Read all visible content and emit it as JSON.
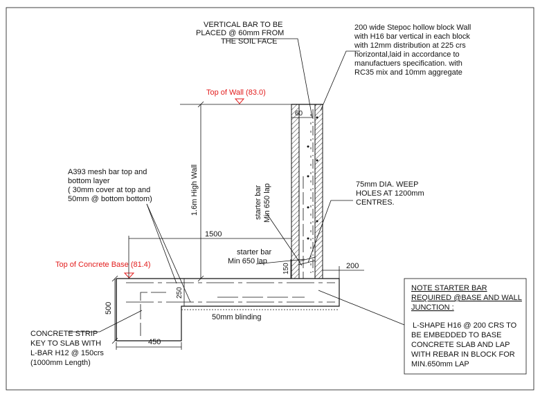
{
  "annotations": {
    "vertical_bar": [
      "VERTICAL BAR TO BE",
      "PLACED @ 60mm FROM",
      "THE SOIL FACE"
    ],
    "block_wall": [
      "200 wide  Stepoc hollow block Wall",
      "with H16 bar vertical in each block",
      "with 12mm distribution at 225 crs",
      "horizontal,laid in accordance to",
      "manufactuers specification. with",
      "RC35 mix and 10mm aggregate"
    ],
    "mesh": [
      "A393 mesh bar top and",
      "bottom layer",
      "( 30mm cover at top and",
      "50mm @ bottom bottom)"
    ],
    "weep_holes": [
      "75mm DIA. WEEP",
      "HOLES AT 1200mm",
      "CENTRES."
    ],
    "starter_bar_vertical": [
      "starter bar",
      "Min 650 lap"
    ],
    "starter_bar_horizontal": [
      "starter bar",
      "Min 650 lap"
    ],
    "concrete_strip": [
      "CONCRETE STRIP",
      "KEY TO SLAB WITH",
      "L-BAR H12 @ 150crs",
      "(1000mm Length)"
    ],
    "blinding": "50mm  blinding"
  },
  "levels": {
    "top_of_wall": "Top of Wall (83.0)",
    "top_of_base": "Top of Concrete Base (81.4)",
    "level_color": "#e21b1b"
  },
  "dimensions": {
    "wall_height": "1.6m High Wall",
    "cover_60": "60",
    "slab_1500": "1500",
    "toe_200": "200",
    "dim_150": "150",
    "slab_250": "250",
    "base_500": "500",
    "key_450": "450"
  },
  "note": {
    "heading": [
      "NOTE STARTER BAR",
      "REQUIRED @BASE AND WALL",
      "JUNCTION :"
    ],
    "body": [
      "L-SHAPE H16 @ 200 CRS TO",
      "BE EMBEDDED TO BASE",
      "CONCRETE SLAB  AND LAP",
      "WITH REBAR IN BLOCK FOR",
      "MIN.650mm LAP"
    ]
  }
}
